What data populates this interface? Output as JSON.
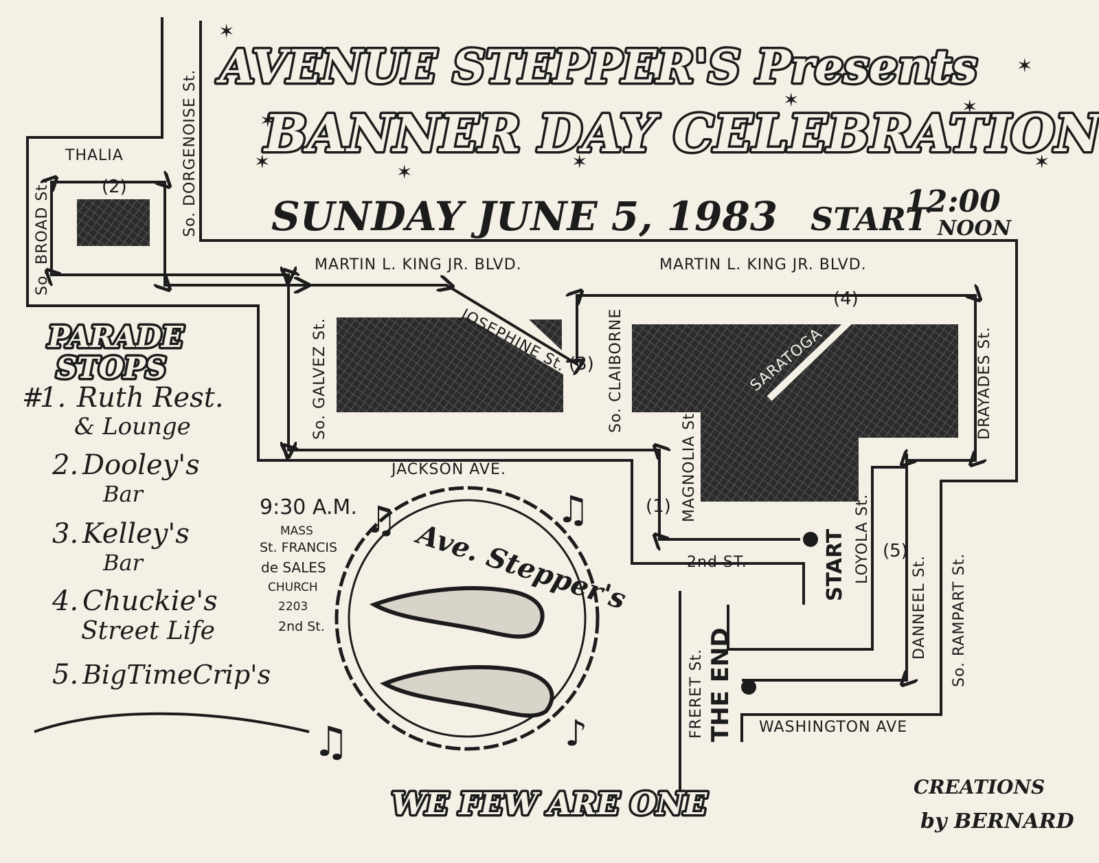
{
  "header": {
    "line1": "AVENUE STEPPER'S Presents",
    "line2": "BANNER DAY CELEBRATION",
    "date": "SUNDAY JUNE 5, 1983",
    "start_word": "START",
    "start_time": "12:00",
    "start_noon": "NOON"
  },
  "streets": {
    "thalia": "THALIA",
    "dorgenoise": "So. DORGENOISE St.",
    "broad": "So. BROAD St.",
    "mlk_left": "MARTIN L. KING JR. BLVD.",
    "mlk_right": "MARTIN L. KING JR. BLVD.",
    "josephine": "JOSEPHINE St.",
    "galvez": "So. GALVEZ St.",
    "claiborne": "So. CLAIBORNE",
    "saratoga": "SARATOGA",
    "drayades": "DRAYADES St.",
    "jackson": "JACKSON AVE.",
    "magnolia": "MAGNOLIA St.",
    "loyola": "LOYOLA St.",
    "second": "2nd ST.",
    "danneel": "DANNEEL St.",
    "rampart": "So. RAMPART St.",
    "washington": "WASHINGTON AVE",
    "freret": "FRERET St."
  },
  "markers": {
    "stop1": "(1)",
    "stop2": "(2)",
    "stop3": "(3)",
    "stop4": "(4)",
    "stop5": "(5)",
    "start": "START",
    "end": "THE END"
  },
  "parade_stops": {
    "heading_1": "PARADE",
    "heading_2": "STOPS",
    "number_prefix": "#",
    "items": [
      {
        "num": "1.",
        "line1": "Ruth Rest.",
        "line2": "& Lounge"
      },
      {
        "num": "2.",
        "line1": "Dooley's",
        "line2": "Bar"
      },
      {
        "num": "3.",
        "line1": "Kelley's",
        "line2": "Bar"
      },
      {
        "num": "4.",
        "line1": "Chuckie's",
        "line2": "Street Life"
      },
      {
        "num": "5.",
        "line1": "BigTimeCrip's",
        "line2": ""
      }
    ]
  },
  "mass": {
    "time": "9:30 A.M.",
    "l1": "MASS",
    "l2": "St. FRANCIS",
    "l3": "de SALES",
    "l4": "CHURCH",
    "l5": "2203",
    "l6": "2nd St."
  },
  "badge": {
    "name": "Ave. Stepper's",
    "motto": "WE FEW ARE ONE"
  },
  "credit": {
    "l1": "CREATIONS",
    "l2": "by BERNARD"
  },
  "colors": {
    "paper": "#f4f0e6",
    "ink": "#1c1c1c"
  }
}
